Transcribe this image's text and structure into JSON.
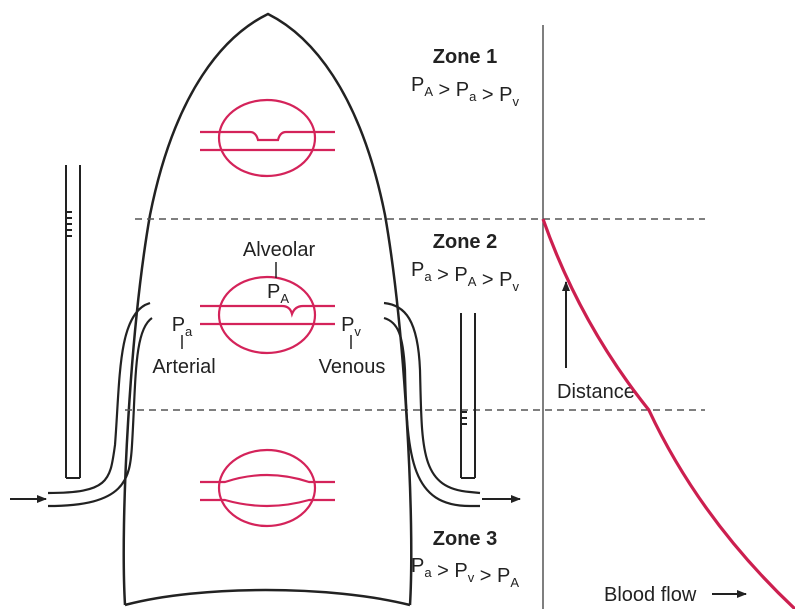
{
  "colors": {
    "vessel": "#d4235a",
    "curve": "#cc1f4f",
    "ink": "#222222",
    "dashed": "#555555"
  },
  "zones": [
    {
      "title": "Zone 1",
      "relation": [
        {
          "main": "P",
          "sub": "A"
        },
        {
          "op": " > "
        },
        {
          "main": "P",
          "sub": "a"
        },
        {
          "op": " > "
        },
        {
          "main": "P",
          "sub": "v"
        }
      ]
    },
    {
      "title": "Zone 2",
      "relation": [
        {
          "main": "P",
          "sub": "a"
        },
        {
          "op": " > "
        },
        {
          "main": "P",
          "sub": "A"
        },
        {
          "op": " > "
        },
        {
          "main": "P",
          "sub": "v"
        }
      ]
    },
    {
      "title": "Zone 3",
      "relation": [
        {
          "main": "P",
          "sub": "a"
        },
        {
          "op": " > "
        },
        {
          "main": "P",
          "sub": "v"
        },
        {
          "op": " > "
        },
        {
          "main": "P",
          "sub": "A"
        }
      ]
    }
  ],
  "labels": {
    "alveolar": "Alveolar",
    "alveolar_pressure": {
      "main": "P",
      "sub": "A"
    },
    "arterial_pressure": {
      "main": "P",
      "sub": "a"
    },
    "venous_pressure": {
      "main": "P",
      "sub": "v"
    },
    "arterial": "Arterial",
    "venous": "Venous",
    "distance": "Distance",
    "blood_flow": "Blood flow"
  },
  "chart_data": {
    "type": "line",
    "xlabel": "Blood flow",
    "ylabel": "Distance",
    "series": [
      {
        "points": [
          [
            0,
            3
          ],
          [
            0.42,
            1
          ],
          [
            1.0,
            0
          ]
        ]
      }
    ]
  }
}
